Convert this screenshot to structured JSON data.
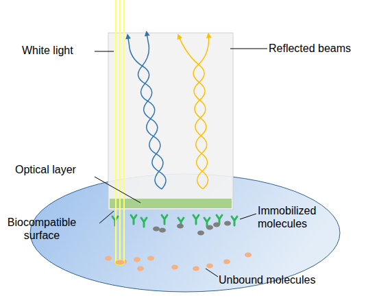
{
  "diagram": {
    "labels": [
      "White light",
      "Reflected beams",
      "Optical layer",
      "Biocompatible surface",
      "Immobilized molecules",
      "Unbound molecules"
    ]
  }
}
